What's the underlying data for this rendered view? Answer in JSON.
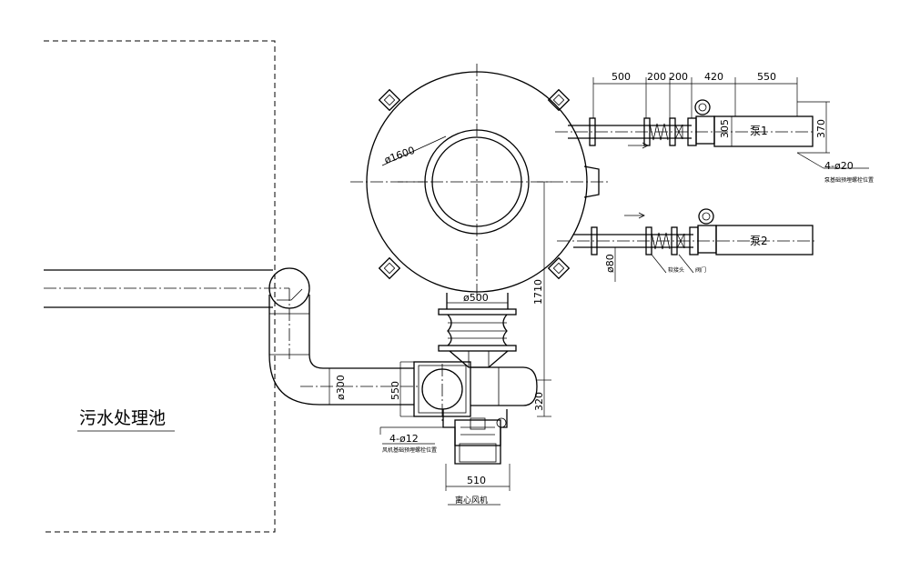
{
  "labels": {
    "pool": "污水处理池",
    "pump1": "泵1",
    "pump2": "泵2",
    "fan": "离心风机",
    "pump_bolt_count": "4-ø20",
    "pump_bolt_note": "泵基础预埋螺栓位置",
    "fan_bolt_count": "4-ø12",
    "fan_bolt_note": "风机基础预埋螺栓位置",
    "soft_joint": "软接头",
    "valve": "阀门"
  },
  "dimensions": {
    "d_tank": "ø1600",
    "d_inlet": "ø500",
    "d_duct": "ø300",
    "d_pipe": "ø80",
    "top_500": "500",
    "top_200a": "200",
    "top_200b": "200",
    "top_420": "420",
    "top_550": "550",
    "pump_305": "305",
    "pump_370": "370",
    "v_1710": "1710",
    "fan_550": "550",
    "fan_320": "320",
    "fan_510": "510"
  }
}
